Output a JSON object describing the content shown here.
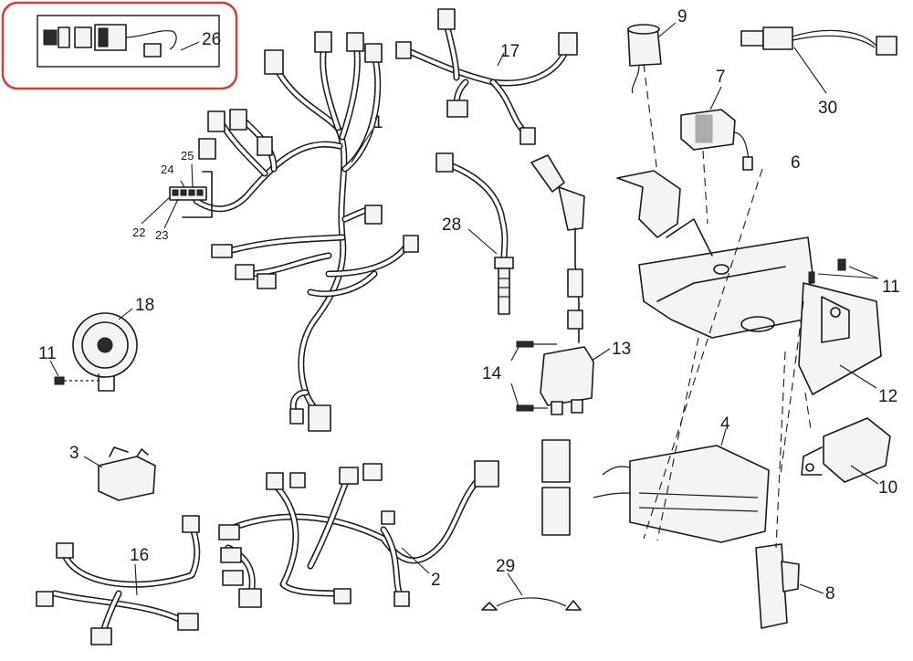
{
  "highlight_color": "#d83a3f",
  "callouts": {
    "c1": "1",
    "c2": "2",
    "c3": "3",
    "c4": "4",
    "c6": "6",
    "c7": "7",
    "c8": "8",
    "c9": "9",
    "c10": "10",
    "c11a": "11",
    "c11b": "11",
    "c12": "12",
    "c13": "13",
    "c14": "14",
    "c16": "16",
    "c17": "17",
    "c18": "18",
    "c22": "22",
    "c23": "23",
    "c24": "24",
    "c25": "25",
    "c26": "26",
    "c28": "28",
    "c29": "29",
    "c30": "30"
  }
}
